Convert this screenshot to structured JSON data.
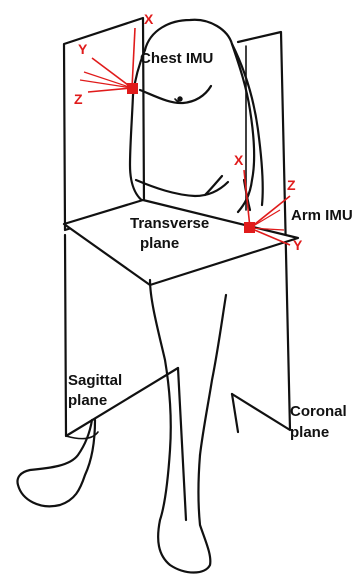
{
  "labels": {
    "chest_imu": "Chest IMU",
    "arm_imu": "Arm IMU",
    "transverse": "Transverse",
    "transverse_plane": "plane",
    "sagittal": "Sagittal",
    "sagittal_plane": "plane",
    "coronal": "Coronal",
    "coronal_plane": "plane"
  },
  "axes": {
    "chest": {
      "x": "X",
      "y": "Y",
      "z": "Z"
    },
    "arm": {
      "x": "X",
      "y": "Y",
      "z": "Z"
    }
  },
  "colors": {
    "imu": "#e01b1b",
    "outline": "#111111",
    "plane_fill": "#ffffff"
  }
}
